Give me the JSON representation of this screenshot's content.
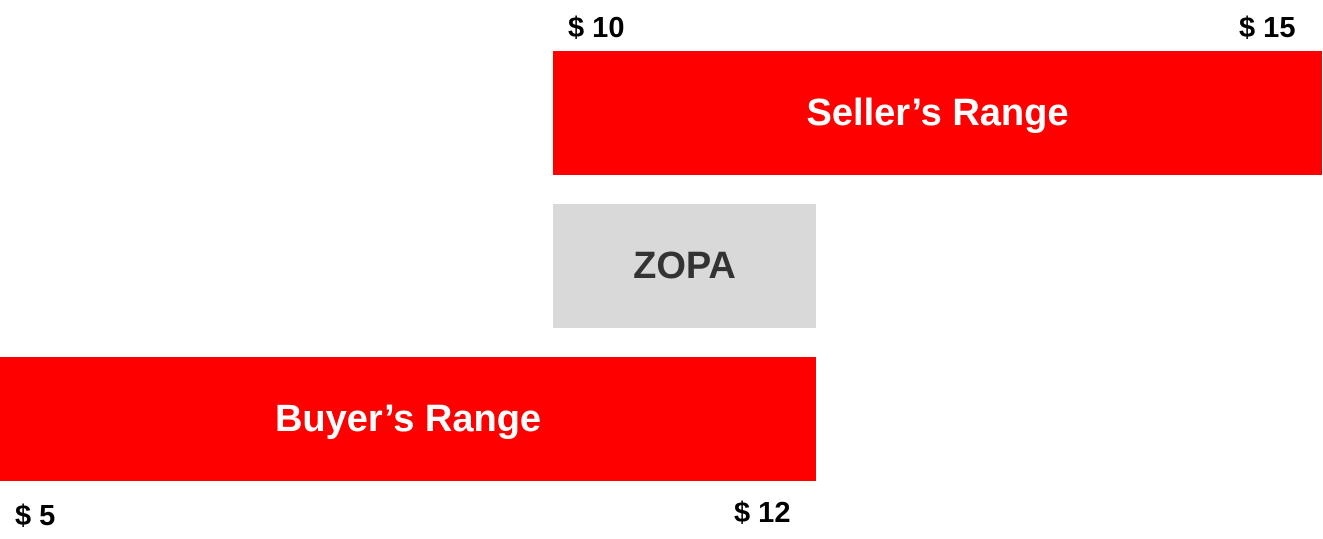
{
  "seller": {
    "label": "Seller’s Range",
    "min_label": "$ 10",
    "max_label": "$ 15",
    "color": "#ff0000"
  },
  "zopa": {
    "label": "ZOPA",
    "color": "#d9d9d9"
  },
  "buyer": {
    "label": "Buyer’s Range",
    "min_label": "$ 5",
    "max_label": "$ 12",
    "color": "#ff0000"
  }
}
